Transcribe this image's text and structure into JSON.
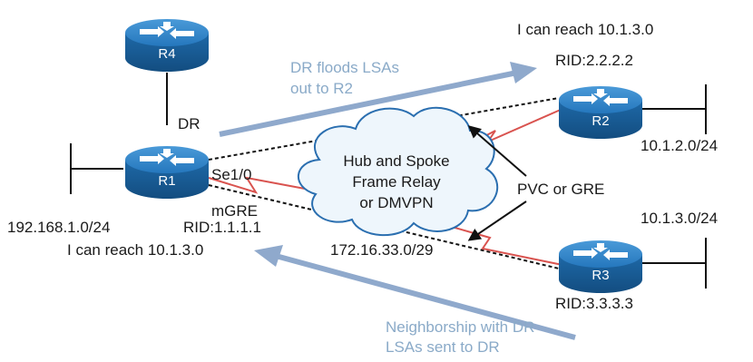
{
  "routers": {
    "r1": "R1",
    "r2": "R2",
    "r3": "R3",
    "r4": "R4"
  },
  "labels": {
    "dr": "DR",
    "se": "Se1/0",
    "mgre": "mGRE",
    "rid_r1": "RID:1.1.1.1",
    "lan_r1": "192.168.1.0/24",
    "reach_r1": "I can reach 10.1.3.0",
    "reach_r2": "I can reach 10.1.3.0",
    "rid_r2": "RID:2.2.2.2",
    "lan_r2": "10.1.2.0/24",
    "lan_r3": "10.1.3.0/24",
    "rid_r3": "RID:3.3.3.3",
    "transit": "172.16.33.0/29",
    "pvc": "PVC or GRE"
  },
  "cloud": {
    "line1": "Hub and Spoke",
    "line2": "Frame Relay",
    "line3": "or DMVPN"
  },
  "annotations": {
    "flood_line1": "DR floods LSAs",
    "flood_line2": "out to R2",
    "neighbor_line1": "Neighborship with DR",
    "neighbor_line2": "LSAs sent to DR"
  },
  "colors": {
    "router_body": "#1f5f9a",
    "router_top": "#2f83c9",
    "wan_link": "#d9534f",
    "annotation_arrow": "#8fa9cc",
    "annotation_text": "#8aaac8",
    "cloud_border": "#2b6fb0",
    "cloud_fill": "#eef6fc"
  }
}
